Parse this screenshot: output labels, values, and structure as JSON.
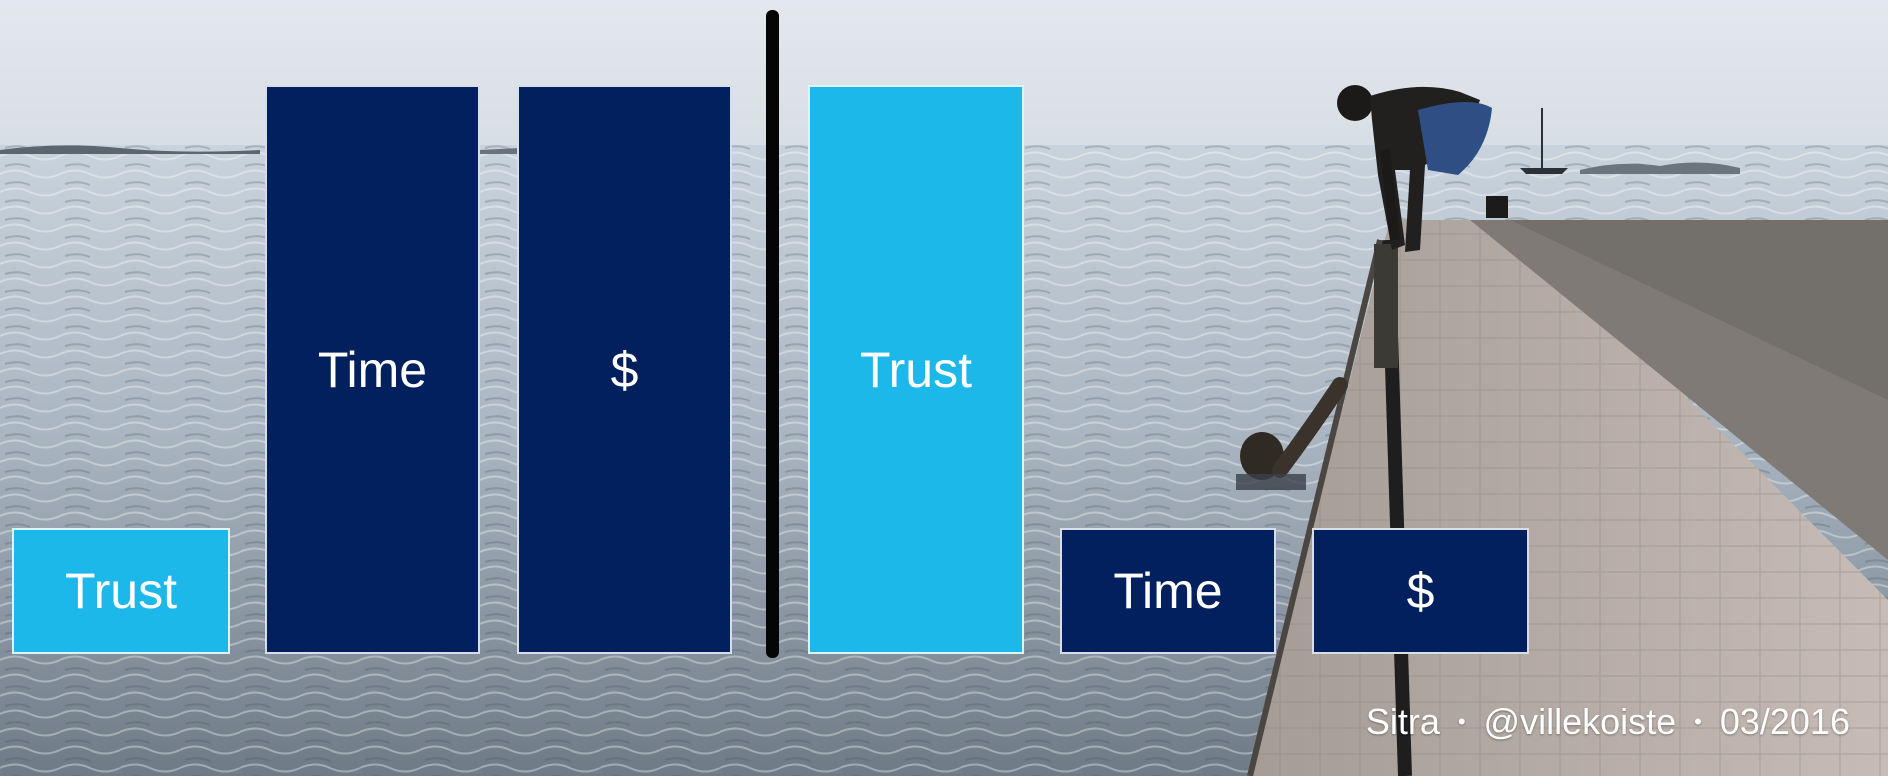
{
  "slide": {
    "left_group": {
      "trust_label": "Trust",
      "time_label": "Time",
      "money_label": "$"
    },
    "right_group": {
      "trust_label": "Trust",
      "time_label": "Time",
      "money_label": "$"
    },
    "footer": {
      "org": "Sitra",
      "handle": "@villekoiste",
      "date": "03/2016",
      "separator": "•"
    }
  },
  "colors": {
    "dark_block": "#021f5e",
    "light_block": "#1cb8ea",
    "divider": "#050505"
  }
}
